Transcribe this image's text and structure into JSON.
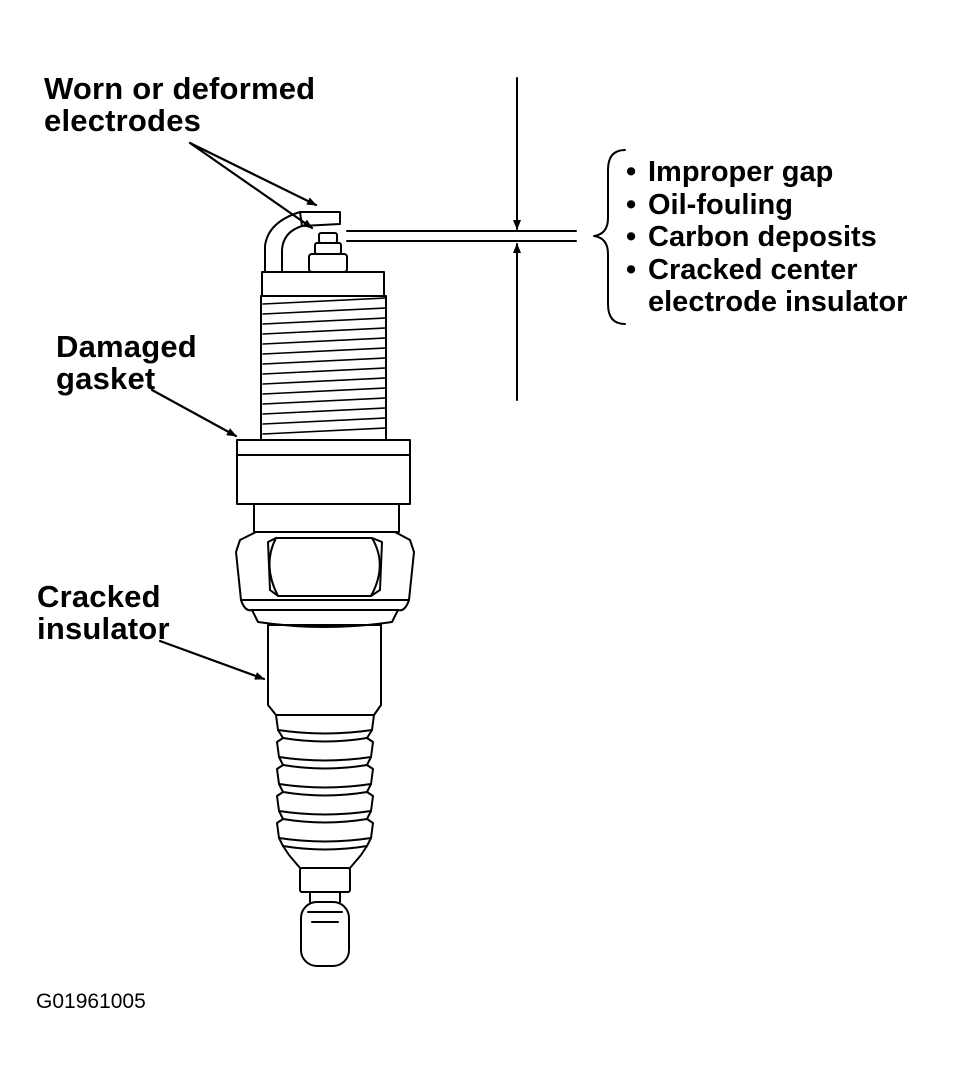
{
  "labels": {
    "worn_electrodes": [
      "Worn or deformed",
      "electrodes"
    ],
    "damaged_gasket": [
      "Damaged",
      "gasket"
    ],
    "cracked_insulator": [
      "Cracked",
      "insulator"
    ]
  },
  "gap_causes": [
    {
      "bullet": "•",
      "lines": [
        "Improper gap"
      ]
    },
    {
      "bullet": "•",
      "lines": [
        "Oil-fouling"
      ]
    },
    {
      "bullet": "•",
      "lines": [
        "Carbon deposits"
      ]
    },
    {
      "bullet": "•",
      "lines": [
        "Cracked center",
        "electrode insulator"
      ]
    }
  ],
  "figure_id": "G01961005",
  "colors": {
    "line": "#000000",
    "background": "#ffffff"
  }
}
